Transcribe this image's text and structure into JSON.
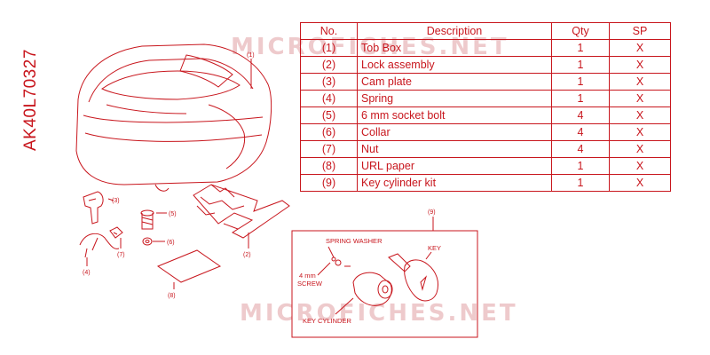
{
  "part_code": "AK40L70327",
  "watermark": "MICROFICHES.NET",
  "table": {
    "headers": {
      "no": "No.",
      "description": "Description",
      "qty": "Qty",
      "sp": "SP"
    },
    "rows": [
      {
        "no": "(1)",
        "description": "Tob Box",
        "qty": "1",
        "sp": "X"
      },
      {
        "no": "(2)",
        "description": "Lock assembly",
        "qty": "1",
        "sp": "X"
      },
      {
        "no": "(3)",
        "description": "Cam plate",
        "qty": "1",
        "sp": "X"
      },
      {
        "no": "(4)",
        "description": "Spring",
        "qty": "1",
        "sp": "X"
      },
      {
        "no": "(5)",
        "description": "6 mm socket bolt",
        "qty": "4",
        "sp": "X"
      },
      {
        "no": "(6)",
        "description": "Collar",
        "qty": "4",
        "sp": "X"
      },
      {
        "no": "(7)",
        "description": "Nut",
        "qty": "4",
        "sp": "X"
      },
      {
        "no": "(8)",
        "description": "URL paper",
        "qty": "1",
        "sp": "X"
      },
      {
        "no": "(9)",
        "description": "Key cylinder kit",
        "qty": "1",
        "sp": "X"
      }
    ]
  },
  "diagram": {
    "callouts": [
      "(1)",
      "(2)",
      "(3)",
      "(4)",
      "(5)",
      "(6)",
      "(7)",
      "(8)",
      "(9)"
    ],
    "labels": {
      "spring_washer": "SPRING WASHER",
      "key": "KEY",
      "screw_size": "4 mm",
      "screw": "SCREW",
      "key_cylinder": "KEY CYLINDER"
    }
  },
  "colors": {
    "accent": "#c8161d",
    "watermark": "#e9b9bb"
  }
}
